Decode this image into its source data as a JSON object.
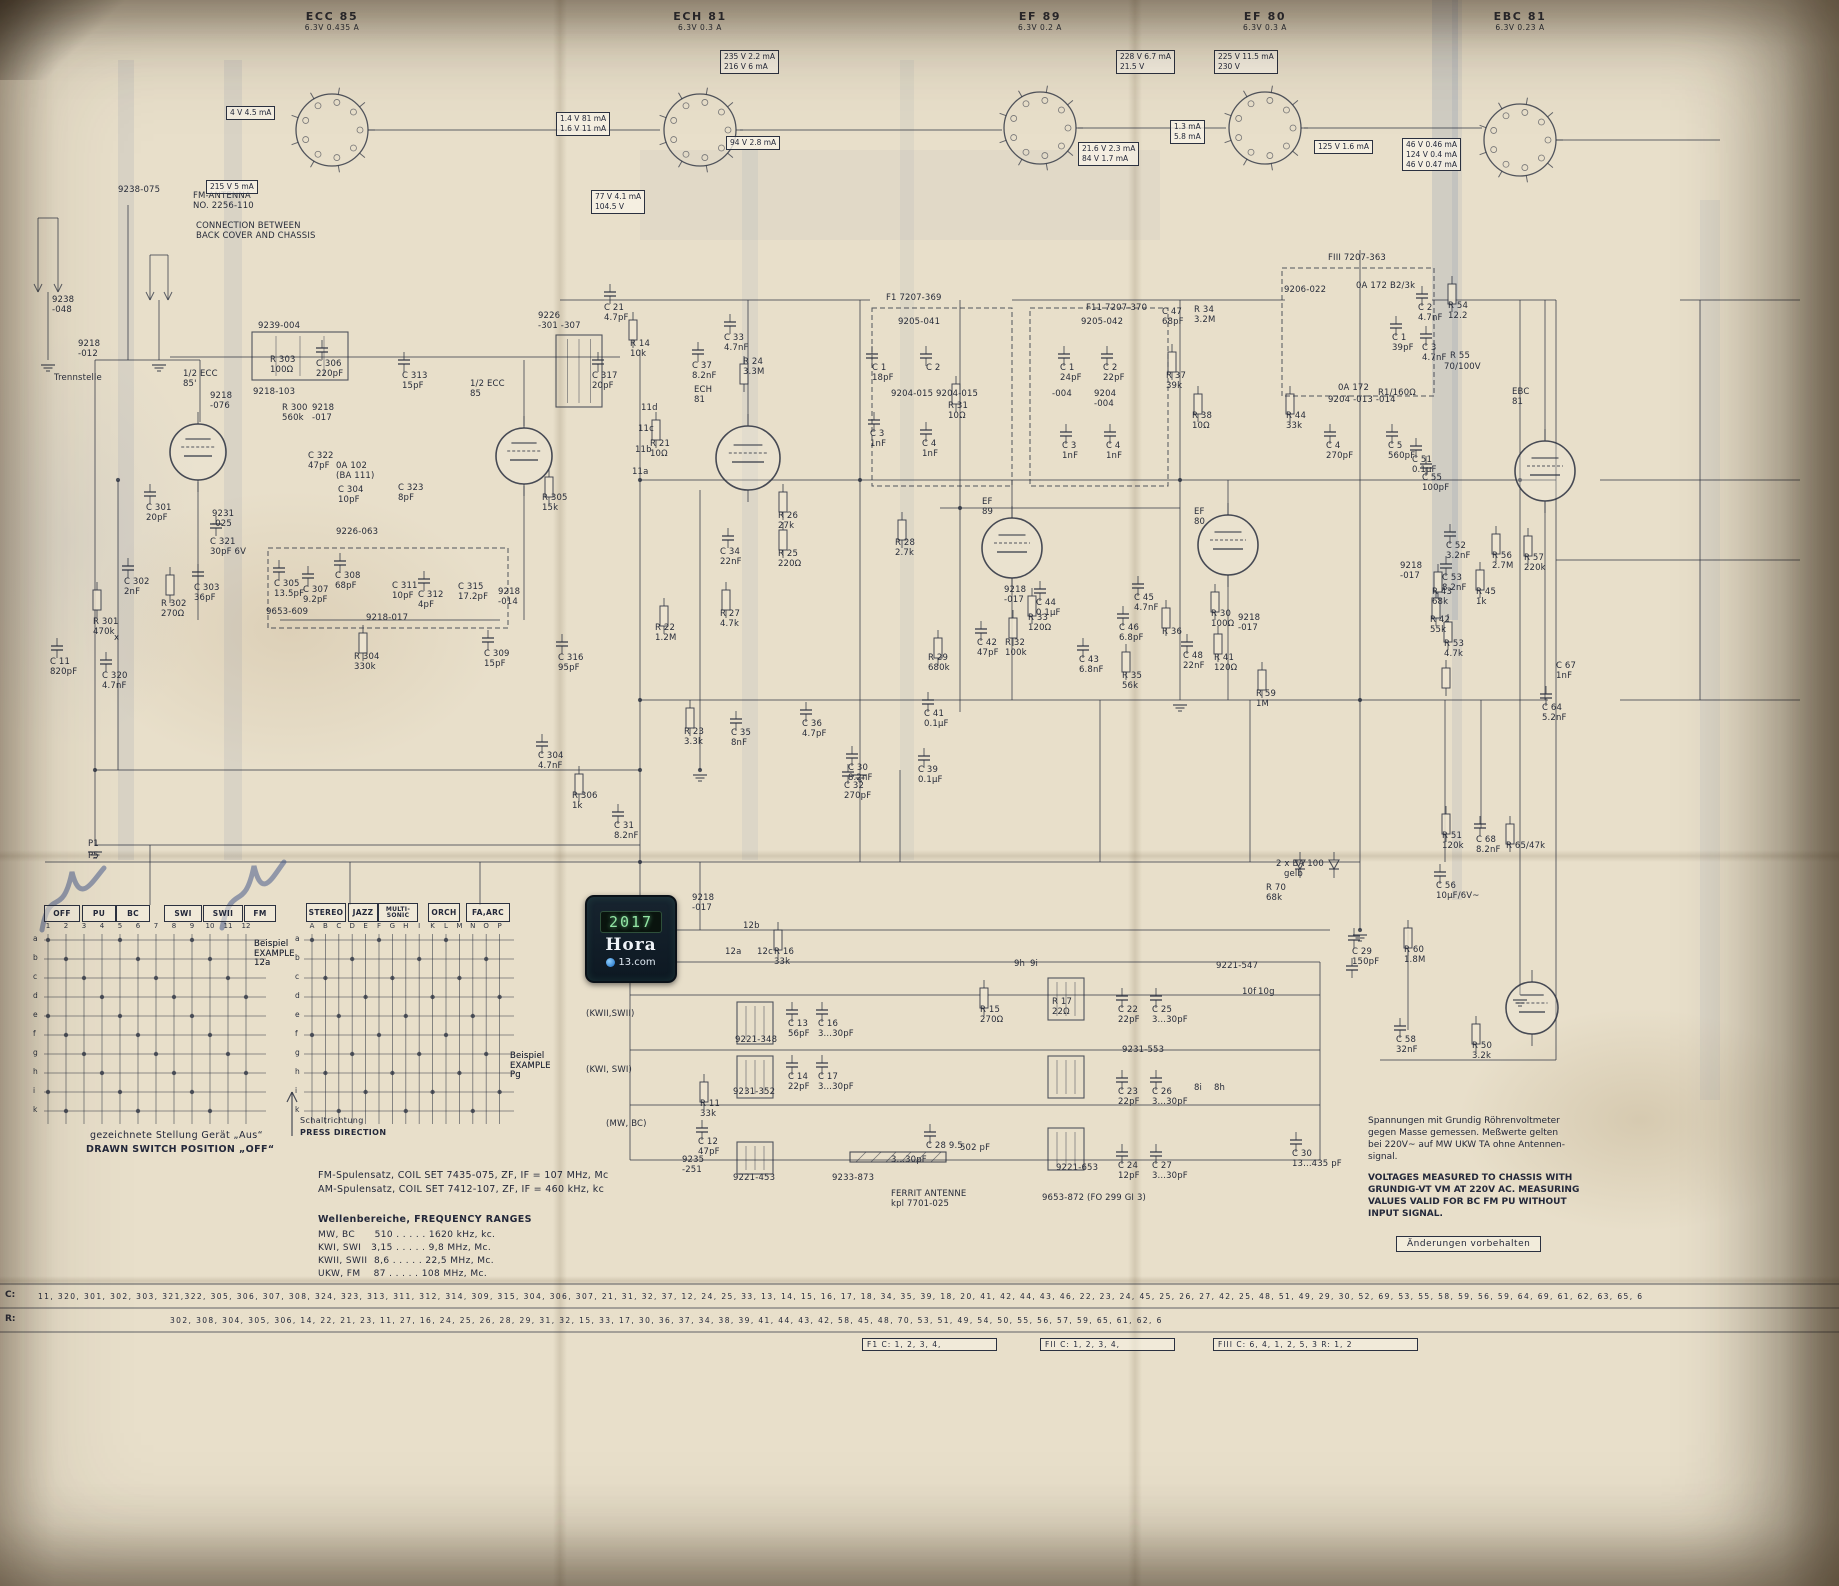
{
  "tubes": [
    {
      "name": "ECC 85",
      "heater": "6.3V  0.435 A"
    },
    {
      "name": "ECH 81",
      "heater": "6.3V  0.3 A"
    },
    {
      "name": "EF 89",
      "heater": "6.3V  0.2 A"
    },
    {
      "name": "EF 80",
      "heater": "6.3V  0.3 A"
    },
    {
      "name": "EBC 81",
      "heater": "6.3V  0.23 A"
    }
  ],
  "watermark": {
    "year": "2017",
    "name": "Hora",
    "site": "13.com"
  },
  "switch_panel": {
    "buttons_left": [
      "OFF",
      "PU",
      "BC",
      "SWI",
      "SWII",
      "FM"
    ],
    "buttons_right": [
      "STEREO",
      "JAZZ",
      "MULTI-SONIC",
      "ORCH",
      "FA,ARC"
    ],
    "column_numbers": [
      "1",
      "2",
      "3",
      "4",
      "5",
      "6",
      "7",
      "8",
      "9",
      "10",
      "11",
      "12"
    ],
    "column_letters": [
      "A",
      "B",
      "C",
      "D",
      "E",
      "F",
      "G",
      "H",
      "I",
      "K",
      "L",
      "M",
      "N",
      "O",
      "P"
    ],
    "row_letters": [
      "a",
      "b",
      "c",
      "d",
      "e",
      "f",
      "g",
      "h",
      "i",
      "k"
    ],
    "example_left": "Beispiel\nEXAMPLE\n12a",
    "example_right": "Beispiel\nEXAMPLE\nPg",
    "press_de": "Schaltrichtung",
    "press_en": "PRESS DIRECTION",
    "caption_de": "gezeichnete  Stellung  Gerät „Aus“",
    "caption_en": "DRAWN  SWITCH  POSITION „OFF“"
  },
  "coil_sets": [
    "FM-Spulensatz, COIL SET 7435-075,  ZF, IF = 107 MHz, Mc",
    "AM-Spulensatz, COIL SET 7412-107,  ZF, IF = 460 kHz, kc"
  ],
  "frequency_ranges": {
    "title": "Wellenbereiche, FREQUENCY RANGES",
    "rows": [
      "MW, BC      510 . . . . . 1620 kHz, kc.",
      "KWI, SWI   3,15 . . . . . 9,8 MHz, Mc.",
      "KWII, SWII  8,6 . . . . . 22,5 MHz, Mc.",
      "UKW, FM    87 . . . . . 108 MHz, Mc."
    ]
  },
  "notes": {
    "de": [
      "Spannungen mit Grundig Röhrenvoltmeter",
      "gegen Masse gemessen. Meßwerte gelten",
      "bei 220V~ auf  MW UKW TA ohne Antennen-",
      "signal."
    ],
    "en": [
      "VOLTAGES MEASURED TO CHASSIS WITH",
      "GRUNDIG-VT VM AT 220V AC. MEASURING",
      "VALUES VALID FOR  BC FM PU WITHOUT",
      "INPUT SIGNAL."
    ],
    "changes": "Änderungen vorbehalten"
  },
  "bottom_index": {
    "c_label": "C:",
    "c_values": "11,    320,    301, 302,    303,    321,322,    305,    306, 307, 308, 324, 323, 313, 311, 312,    314, 309, 315,    304,    306, 307, 21, 31, 32,    37,    12, 24, 25, 33, 13, 14, 15, 16, 17, 18, 34, 35,    39, 18, 20, 41, 42,    44, 43,    46, 22, 23, 24, 45, 25, 26, 27, 42, 25, 48,    51, 49, 29, 30, 52,    69, 53, 55, 58, 59,    56, 59, 64, 69, 61, 62, 63, 65, 6",
    "r_values": "302,         308,         304,         305,         306,    14, 22, 21, 23, 11, 27,    16, 24, 25, 26,    28,    29,    31, 32, 15, 33, 17,    30, 36, 37,    34, 38,    39, 41, 44, 43, 42, 58, 45,    48, 70, 53, 51, 49, 54, 50, 55, 56, 57, 59, 65, 61, 62, 6",
    "r_label": "R:",
    "f_boxes": [
      "F1 C: 1, 2,   3,   4,",
      "FII C: 1, 2,   3,   4,",
      "FIII C: 6,   4,   1, 2,   5,   3        R: 1, 2"
    ]
  },
  "measures": [
    [
      226,
      106,
      "4 V  4.5 mA"
    ],
    [
      206,
      180,
      "215 V  5 mA"
    ],
    [
      720,
      50,
      "235 V  2.2 mA\n216 V  6 mA"
    ],
    [
      556,
      112,
      "1.4 V  81 mA\n1.6 V  11 mA"
    ],
    [
      726,
      136,
      "94 V  2.8 mA"
    ],
    [
      591,
      190,
      "77 V  4.1 mA\n104.5 V"
    ],
    [
      1116,
      50,
      "228 V  6.7 mA\n21.5 V"
    ],
    [
      1078,
      142,
      "21.6 V  2.3 mA\n84 V  1.7 mA"
    ],
    [
      1214,
      50,
      "225 V  11.5 mA\n230 V"
    ],
    [
      1170,
      120,
      "1.3 mA\n5.8 mA"
    ],
    [
      1314,
      140,
      "125 V  1.6 mA"
    ],
    [
      1402,
      138,
      "46 V  0.46 mA\n124 V  0.4 mA\n46 V  0.47 mA"
    ]
  ],
  "labels": [
    [
      118,
      186,
      "9238-075"
    ],
    [
      52,
      296,
      "9238\n-048"
    ],
    [
      78,
      340,
      "9218\n-012"
    ],
    [
      54,
      374,
      "Trennstelle"
    ],
    [
      193,
      192,
      "FM-ANTENNA\nNO. 2256-110"
    ],
    [
      196,
      222,
      "CONNECTION BETWEEN\nBACK COVER AND CHASSIS"
    ],
    [
      258,
      322,
      "9239-004"
    ],
    [
      183,
      370,
      "1/2 ECC\n85'"
    ],
    [
      210,
      392,
      "9218\n-076"
    ],
    [
      253,
      388,
      "9218-103"
    ],
    [
      270,
      356,
      "R 303\n100Ω"
    ],
    [
      316,
      360,
      "C 306\n220pF"
    ],
    [
      282,
      404,
      "R 300\n560k"
    ],
    [
      312,
      404,
      "9218\n-017"
    ],
    [
      336,
      462,
      "0A 102\n(BA 111)"
    ],
    [
      308,
      452,
      "C 322\n47pF"
    ],
    [
      338,
      486,
      "C 304\n10pF"
    ],
    [
      212,
      510,
      "9231\n-025"
    ],
    [
      146,
      504,
      "C 301\n20pF"
    ],
    [
      210,
      538,
      "C 321\n30pF 6V"
    ],
    [
      124,
      578,
      "C 302\n2nF"
    ],
    [
      194,
      584,
      "C 303\n36pF"
    ],
    [
      161,
      600,
      "R 302\n270Ω"
    ],
    [
      93,
      618,
      "R 301\n470k"
    ],
    [
      102,
      672,
      "C 320\n4.7nF"
    ],
    [
      50,
      658,
      "C 11\n820pF"
    ],
    [
      336,
      528,
      "9226-063"
    ],
    [
      274,
      580,
      "C 305\n13.5pF"
    ],
    [
      303,
      586,
      "C 307\n9.2pF"
    ],
    [
      335,
      572,
      "C 308\n68pF"
    ],
    [
      392,
      582,
      "C 311\n10pF"
    ],
    [
      418,
      591,
      "C 312\n4pF"
    ],
    [
      458,
      583,
      "C 315\n17.2pF"
    ],
    [
      498,
      588,
      "9218\n-014"
    ],
    [
      266,
      608,
      "9653-609"
    ],
    [
      366,
      614,
      "9218-017"
    ],
    [
      354,
      653,
      "R 304\n330k"
    ],
    [
      484,
      650,
      "C 309\n15pF"
    ],
    [
      558,
      654,
      "C 316\n95pF"
    ],
    [
      542,
      494,
      "R 305\n15k"
    ],
    [
      402,
      372,
      "C 313\n15pF"
    ],
    [
      470,
      380,
      "1/2 ECC\n85"
    ],
    [
      398,
      484,
      "C 323\n8pF"
    ],
    [
      592,
      372,
      "C 317\n20pF"
    ],
    [
      604,
      304,
      "C 21\n4.7pF"
    ],
    [
      538,
      312,
      "9226\n-301  -307"
    ],
    [
      630,
      340,
      "R 14\n10k"
    ],
    [
      650,
      440,
      "R 21\n10Ω"
    ],
    [
      724,
      334,
      "C 33\n4.7nF"
    ],
    [
      692,
      362,
      "C 37\n8.2nF"
    ],
    [
      743,
      358,
      "R 24\n3.3M"
    ],
    [
      694,
      386,
      "ECH\n81"
    ],
    [
      778,
      512,
      "R 26\n27k"
    ],
    [
      778,
      550,
      "R 25\n220Ω"
    ],
    [
      720,
      548,
      "C 34\n22nF"
    ],
    [
      720,
      610,
      "R 27\n4.7k"
    ],
    [
      655,
      624,
      "R 22\n1.2M"
    ],
    [
      895,
      539,
      "R 28\n2.7k"
    ],
    [
      684,
      728,
      "R 23\n3.3k"
    ],
    [
      731,
      729,
      "C 35\n8nF"
    ],
    [
      802,
      720,
      "C 36\n4.7pF"
    ],
    [
      848,
      764,
      "C 30\n8.2nF"
    ],
    [
      918,
      766,
      "C 39\n0.1µF"
    ],
    [
      844,
      782,
      "C 32\n270pF"
    ],
    [
      572,
      792,
      "R 306\n1k"
    ],
    [
      614,
      822,
      "C 31\n8.2nF"
    ],
    [
      538,
      752,
      "C 304\n4.7nF"
    ],
    [
      924,
      710,
      "C 41\n0.1µF"
    ],
    [
      928,
      654,
      "R 29\n680k"
    ],
    [
      977,
      639,
      "C 42\n47pF"
    ],
    [
      1005,
      639,
      "R 32\n100k"
    ],
    [
      1028,
      614,
      "R 33\n120Ω"
    ],
    [
      1036,
      599,
      "C 44\n0.1µF"
    ],
    [
      1004,
      586,
      "9218\n-017"
    ],
    [
      1134,
      594,
      "C 45\n4.7nF"
    ],
    [
      1119,
      624,
      "C 46\n6.8pF"
    ],
    [
      1079,
      656,
      "C 43\n6.8nF"
    ],
    [
      1122,
      672,
      "R 35\n56k"
    ],
    [
      1162,
      628,
      "R 36"
    ],
    [
      1183,
      652,
      "C 48\n22nF"
    ],
    [
      1214,
      654,
      "R 41\n120Ω"
    ],
    [
      1211,
      610,
      "R 30\n100Ω"
    ],
    [
      1238,
      614,
      "9218\n-017"
    ],
    [
      1256,
      690,
      "R 59\n1M"
    ],
    [
      982,
      498,
      "EF\n89"
    ],
    [
      1194,
      508,
      "EF\n80"
    ],
    [
      1512,
      388,
      "EBC\n81"
    ],
    [
      886,
      294,
      "F1  7207-369"
    ],
    [
      898,
      318,
      "9205-041"
    ],
    [
      872,
      364,
      "C 1\n18pF"
    ],
    [
      926,
      364,
      "C 2"
    ],
    [
      891,
      390,
      "9204-015  9204-015"
    ],
    [
      870,
      430,
      "C 3\n1nF"
    ],
    [
      922,
      440,
      "C 4\n1nF"
    ],
    [
      948,
      402,
      "R 31\n10Ω"
    ],
    [
      1086,
      304,
      "F11  7207-370"
    ],
    [
      1081,
      318,
      "9205-042"
    ],
    [
      1060,
      364,
      "C 1\n24pF"
    ],
    [
      1103,
      364,
      "C 2\n22pF"
    ],
    [
      1052,
      390,
      "-004"
    ],
    [
      1094,
      390,
      "9204\n-004"
    ],
    [
      1062,
      442,
      "C 3\n1nF"
    ],
    [
      1106,
      442,
      "C 4\n1nF"
    ],
    [
      1162,
      308,
      "C 47\n68pF"
    ],
    [
      1194,
      306,
      "R 34\n3.2M"
    ],
    [
      1166,
      372,
      "R 37\n39k"
    ],
    [
      1192,
      412,
      "R 38\n10Ω"
    ],
    [
      1328,
      254,
      "FIII  7207-363"
    ],
    [
      1284,
      286,
      "9206-022"
    ],
    [
      1356,
      282,
      "0A 172"
    ],
    [
      1390,
      282,
      "B2/3k"
    ],
    [
      1418,
      304,
      "C 2\n4.7nF"
    ],
    [
      1448,
      302,
      "R 54\n12.2"
    ],
    [
      1392,
      334,
      "C 1\n39pF"
    ],
    [
      1422,
      344,
      "C 3\n4.7nF"
    ],
    [
      1450,
      352,
      "R 55"
    ],
    [
      1444,
      363,
      "70/100V"
    ],
    [
      1338,
      384,
      "0A 172"
    ],
    [
      1378,
      389,
      "R1/160Ω"
    ],
    [
      1328,
      396,
      "9204  -013  -014"
    ],
    [
      1286,
      412,
      "R 44\n33k"
    ],
    [
      1326,
      442,
      "C 4\n270pF"
    ],
    [
      1388,
      442,
      "C 5\n560pF"
    ],
    [
      1412,
      456,
      "C 51\n0.1µF"
    ],
    [
      1422,
      474,
      "C 55\n100pF"
    ],
    [
      1446,
      542,
      "C 52\n3.2nF"
    ],
    [
      1442,
      574,
      "C 53\n8.2nF"
    ],
    [
      1432,
      588,
      "R 43\n68k"
    ],
    [
      1430,
      616,
      "R 42\n55k"
    ],
    [
      1476,
      588,
      "R 45\n1k"
    ],
    [
      1444,
      640,
      "R 53\n4.7k"
    ],
    [
      1400,
      562,
      "9218\n-017"
    ],
    [
      1492,
      552,
      "R 56\n2.7M"
    ],
    [
      1524,
      554,
      "R 57\n220k"
    ],
    [
      1542,
      704,
      "C 64\n5.2nF"
    ],
    [
      1556,
      662,
      "C 67\n1nF"
    ],
    [
      1442,
      832,
      "R 51\n120k"
    ],
    [
      1476,
      836,
      "C 68\n8.2nF"
    ],
    [
      1506,
      842,
      "R 65/47k"
    ],
    [
      1276,
      860,
      "2 x BA 100"
    ],
    [
      1284,
      870,
      "gelb"
    ],
    [
      1266,
      884,
      "R 70\n68k"
    ],
    [
      1436,
      882,
      "C 56\n10µF/6V~"
    ],
    [
      1404,
      946,
      "R 60\n1.8M"
    ],
    [
      1352,
      948,
      "C 29\n150pF"
    ],
    [
      1396,
      1036,
      "C 58\n32nF"
    ],
    [
      1472,
      1042,
      "R 50\n3.2k"
    ],
    [
      692,
      894,
      "9218\n-017"
    ],
    [
      774,
      948,
      "R 16\n33k"
    ],
    [
      586,
      1010,
      "(KWII,SWII)"
    ],
    [
      586,
      1066,
      "(KWI, SWI)"
    ],
    [
      606,
      1120,
      "(MW, BC)"
    ],
    [
      735,
      1036,
      "9221-348"
    ],
    [
      788,
      1020,
      "C 13\n56pF"
    ],
    [
      818,
      1020,
      "C 16\n3...30pF"
    ],
    [
      733,
      1088,
      "9231-352"
    ],
    [
      788,
      1073,
      "C 14\n22pF"
    ],
    [
      818,
      1073,
      "C 17\n3...30pF"
    ],
    [
      700,
      1100,
      "R 11\n33k"
    ],
    [
      698,
      1138,
      "C 12\n47pF"
    ],
    [
      682,
      1156,
      "9235\n-251"
    ],
    [
      733,
      1174,
      "9221-453"
    ],
    [
      832,
      1174,
      "9233-873"
    ],
    [
      891,
      1156,
      "3...30pF"
    ],
    [
      891,
      1190,
      "FERRIT ANTENNE\nkpl 7701-025"
    ],
    [
      926,
      1142,
      "C 28 9.5"
    ],
    [
      960,
      1144,
      "502 pF"
    ],
    [
      980,
      1006,
      "R 15\n270Ω"
    ],
    [
      1052,
      998,
      "R 17\n22Ω"
    ],
    [
      1118,
      1006,
      "C 22\n22pF"
    ],
    [
      1152,
      1006,
      "C 25\n3...30pF"
    ],
    [
      1216,
      962,
      "9221-547"
    ],
    [
      1122,
      1046,
      "9231-553"
    ],
    [
      1118,
      1088,
      "C 23\n22pF"
    ],
    [
      1152,
      1088,
      "C 26\n3...30pF"
    ],
    [
      1056,
      1164,
      "9221-653"
    ],
    [
      1118,
      1162,
      "C 24\n12pF"
    ],
    [
      1152,
      1162,
      "C 27\n3...30pF"
    ],
    [
      1042,
      1194,
      "9653-872 (FO 299 GI 3)"
    ],
    [
      1292,
      1150,
      "C 30\n13...435 pF"
    ],
    [
      641,
      404,
      "11d"
    ],
    [
      638,
      425,
      "11c"
    ],
    [
      635,
      446,
      "11b"
    ],
    [
      632,
      468,
      "11a"
    ],
    [
      743,
      922,
      "12b"
    ],
    [
      725,
      948,
      "12a"
    ],
    [
      757,
      948,
      "12c"
    ],
    [
      1014,
      960,
      "9h"
    ],
    [
      1030,
      960,
      "9i"
    ],
    [
      1242,
      988,
      "10f"
    ],
    [
      1258,
      988,
      "10g"
    ],
    [
      1194,
      1084,
      "8i"
    ],
    [
      1214,
      1084,
      "8h"
    ],
    [
      88,
      840,
      "P1"
    ],
    [
      88,
      852,
      "P5"
    ],
    [
      114,
      634,
      "x"
    ],
    [
      254,
      940,
      "Beispiel\nEXAMPLE\n12a"
    ],
    [
      510,
      1052,
      "Beispiel\nEXAMPLE\nPg"
    ]
  ]
}
